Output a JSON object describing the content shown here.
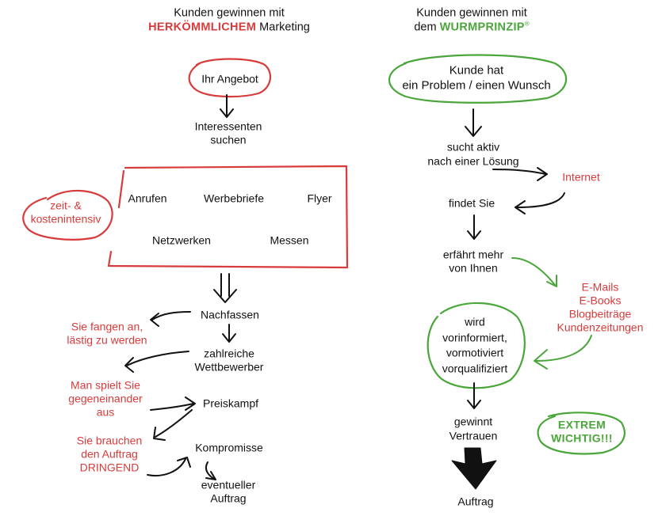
{
  "colors": {
    "red": "#d83b3b",
    "green": "#4aa63a",
    "ink": "#111111"
  },
  "left": {
    "heading_line1": "Kunden gewinnen mit",
    "heading_keyword": "HERKÖMMLICHEM",
    "heading_suffix": " Marketing",
    "offer": "Ihr Angebot",
    "prospects_line1": "Interessenten",
    "prospects_line2": "suchen",
    "methods": [
      "Anrufen",
      "Werbebriefe",
      "Flyer",
      "Netzwerken",
      "Messen"
    ],
    "cost_line1": "zeit- &",
    "cost_line2": "kostenintensiv",
    "follow_up": "Nachfassen",
    "annoying_line1": "Sie fangen an,",
    "annoying_line2": "lästig zu werden",
    "competitors_line1": "zahlreiche",
    "competitors_line2": "Wettbewerber",
    "played_line1": "Man spielt Sie",
    "played_line2": "gegeneinander",
    "played_line3": "aus",
    "price_war": "Preiskampf",
    "need_line1": "Sie brauchen",
    "need_line2": "den Auftrag",
    "need_line3": "DRINGEND",
    "compromises": "Kompromisse",
    "maybe_line1": "eventueller",
    "maybe_line2": "Auftrag"
  },
  "right": {
    "heading_line1": "Kunden gewinnen mit",
    "heading_prefix": "dem ",
    "heading_keyword": "WURMPRINZIP",
    "heading_mark": "®",
    "problem_line1": "Kunde hat",
    "problem_line2": "ein Problem / einen Wunsch",
    "search_line1": "sucht aktiv",
    "search_line2": "nach einer Lösung",
    "internet": "Internet",
    "finds": "findet Sie",
    "learns_line1": "erfährt mehr",
    "learns_line2": "von Ihnen",
    "content_items": [
      "E-Mails",
      "E-Books",
      "Blogbeiträge",
      "Kundenzeitungen"
    ],
    "informed_line1": "wird",
    "informed_line2": "vorinformiert,",
    "informed_line3": "vormotiviert",
    "informed_line4": "vorqualifiziert",
    "trust_line1": "gewinnt",
    "trust_line2": "Vertrauen",
    "important_line1": "EXTREM",
    "important_line2": "WICHTIG!!!",
    "order": "Auftrag"
  }
}
